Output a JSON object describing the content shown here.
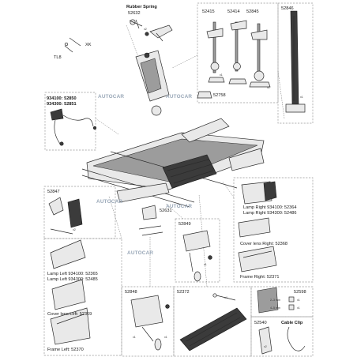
{
  "watermark": "AUTOCAR",
  "callouts": {
    "rubber_spring": "Rubber Spring",
    "p52632": "52632",
    "xk": "XK",
    "tl8": "TL8",
    "p52415": "52415",
    "p52414": "52414",
    "p52845": "52845",
    "p52846": "52846",
    "p52758": "52758",
    "wiring_1": "934100: 52850",
    "wiring_2": "934300: 52851",
    "p52847": "52847",
    "p52631": "52631",
    "p52849": "52849",
    "lamp_right_1": "Lamp Right 934100: 52364",
    "lamp_right_2": "Lamp Right 934300: 52486",
    "cover_lens_right": "Cover lens Right: 52368",
    "frame_right": "Frame Right: 52371",
    "lamp_left_1": "Lamp Left 934100: 52365",
    "lamp_left_2": "Lamp Left 934300: 52485",
    "cover_lens_left": "Cover lens Left: 52369",
    "frame_left": "Frame Left: 52370",
    "p52848": "52848",
    "p52372": "52372",
    "p52598": "52598",
    "p52540": "52540",
    "cable_clip": "Cable Clip",
    "key_a": "2–3 mm",
    "key_b": "4–5 mm",
    "x1": "x1",
    "x2": "x2",
    "x4": "x4"
  },
  "colors": {
    "frame_border": "#9a9a9a",
    "watermark": "#9aa8b8",
    "part_fill": "#e9e9e9",
    "part_dark": "#3b3b3b"
  }
}
